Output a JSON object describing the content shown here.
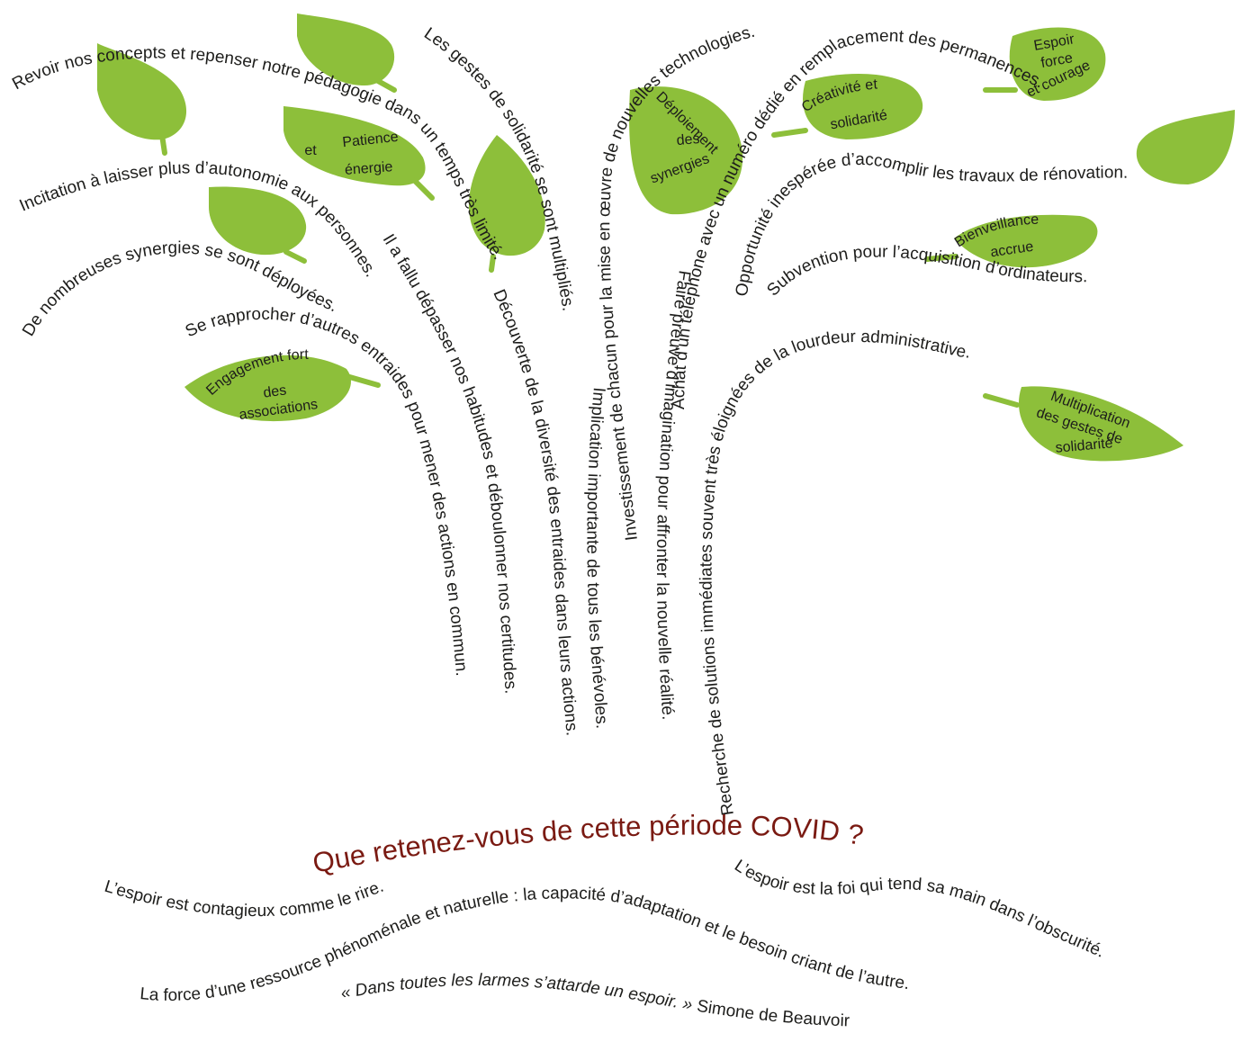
{
  "title": "Que retenez-vous de cette période COVID ?",
  "branches": [
    "Revoir nos concepts et repenser notre pédagogie dans un temps très limité.",
    "Incitation à laisser plus d’autonomie aux personnes.",
    "De nombreuses synergies se sont déployées.",
    "Se rapprocher d’autres entraides pour mener des actions en commun.",
    "Il a fallu dépasser nos habitudes et déboulonner nos certitudes.",
    "Découverte de la diversité des entraides dans leurs actions.",
    "Les gestes de solidarité se sont multipliés.",
    "Implication importante de tous les bénévoles.",
    "Investissement de chacun pour la mise en œuvre de nouvelles technologies.",
    "Faire preuve d’imagination pour affronter la nouvelle réalité.",
    "Achat d’un téléphone avec un numéro dédié en remplacement des permanences.",
    "Opportunité inespérée d’accomplir les travaux de rénovation.",
    "Recherche de solutions immédiates souvent très éloignées de la lourdeur administrative.",
    "Subvention pour l’acquisition d’ordinateurs."
  ],
  "leaves": [
    {
      "lines": [
        "Patience",
        "et",
        "énergie"
      ]
    },
    {
      "lines": [
        "Engagement fort",
        "des",
        "associations"
      ]
    },
    {
      "lines": [
        "Déploiement",
        "des",
        "synergies"
      ]
    },
    {
      "lines": [
        "Créativité et",
        "solidarité"
      ]
    },
    {
      "lines": [
        "Espoir",
        "force",
        "et courage"
      ]
    },
    {
      "lines": [
        "Bienveillance",
        "accrue"
      ]
    },
    {
      "lines": [
        "Multiplication",
        "des gestes de",
        "solidarité"
      ]
    }
  ],
  "roots": [
    "L’espoir est contagieux comme le rire.",
    "L’espoir est la foi qui tend sa main dans l’obscurité.",
    "La force d’une ressource phénoménale et naturelle : la capacité d’adaptation et le besoin criant de l’autre."
  ],
  "quote": {
    "text": "« Dans toutes les larmes s’attarde un espoir. »",
    "author": "Simone de Beauvoir"
  },
  "colors": {
    "leaf": "#8dbf3a",
    "title": "#7a1a12",
    "text": "#1d1d1b"
  }
}
